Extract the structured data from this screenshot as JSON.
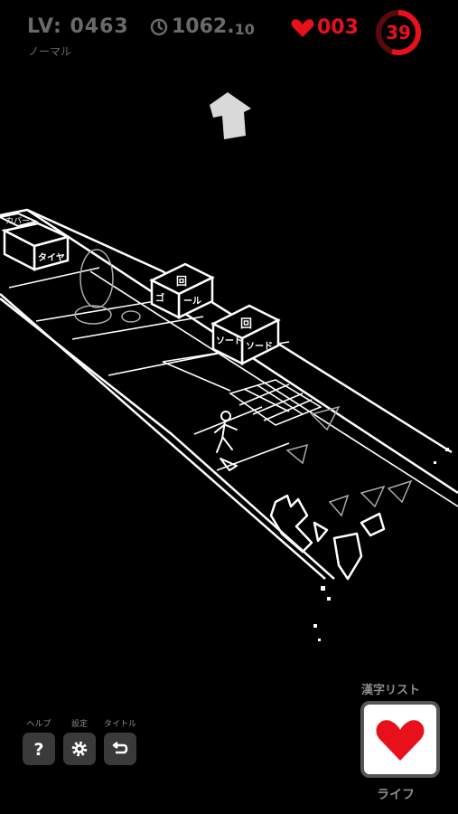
{
  "hud": {
    "level": "LV: 0463",
    "mode": "ノーマル",
    "timer_main": "1062.",
    "timer_frac": "10",
    "lives": "003",
    "countdown": "39",
    "countdown_fraction": 0.55,
    "accent_color": "#e8101a"
  },
  "scene": {
    "block_labels": [
      {
        "top": "カバー",
        "side_a": "タイヤ"
      },
      {
        "top": "回",
        "side_a": "ゴ",
        "side_b": "ール"
      },
      {
        "top": "回",
        "side_a": "ソード",
        "side_b": "ソード"
      }
    ]
  },
  "toolbar": {
    "help_caption": "ヘルプ",
    "settings_caption": "設定",
    "title_caption": "タイトル"
  },
  "kanji_panel": {
    "list_label": "漢字リスト",
    "life_label": "ライフ"
  }
}
